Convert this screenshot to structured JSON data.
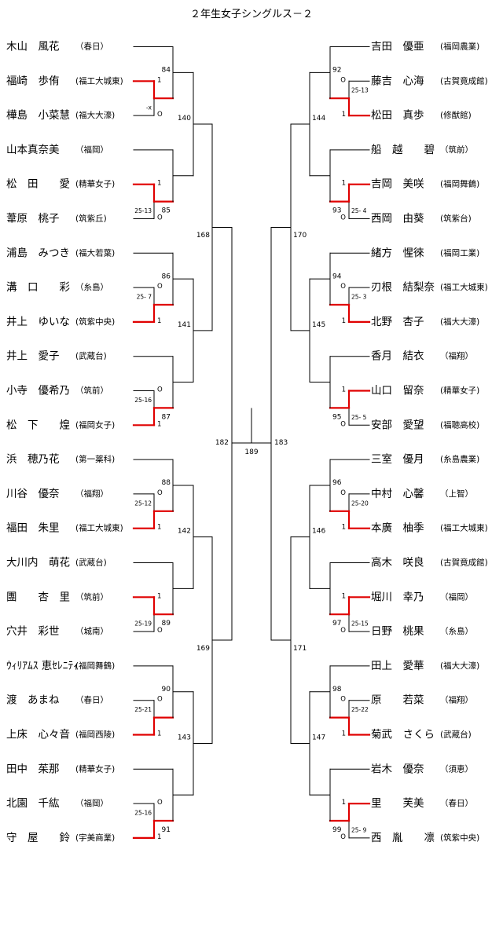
{
  "title": "２年生女子シングルス－２",
  "left_players": [
    {
      "name": "木山　風花",
      "team": "（春日）"
    },
    {
      "name": "福崎　歩侑",
      "team": "(福工大城東)"
    },
    {
      "name": "樺島　小菜慧",
      "team": "(福大大濠)"
    },
    {
      "name": "山本真奈美",
      "team": "（福岡）"
    },
    {
      "name": "松　田　　愛",
      "team": "(精華女子)"
    },
    {
      "name": "葦原　桃子",
      "team": "(筑紫丘)"
    },
    {
      "name": "浦島　みつき",
      "team": "(福大若葉)"
    },
    {
      "name": "溝　口　　彩",
      "team": "（糸島）"
    },
    {
      "name": "井上　ゆいな",
      "team": "(筑紫中央)"
    },
    {
      "name": "井上　愛子",
      "team": "(武蔵台)"
    },
    {
      "name": "小寺　優希乃",
      "team": "（筑前）"
    },
    {
      "name": "松　下　　煌",
      "team": "(福岡女子)"
    },
    {
      "name": "浜　穂乃花",
      "team": "(第一薬科)"
    },
    {
      "name": "川谷　優奈",
      "team": "（福翔）"
    },
    {
      "name": "福田　朱里",
      "team": "(福工大城東)"
    },
    {
      "name": "大川内　萌花",
      "team": "(武蔵台)"
    },
    {
      "name": "團　　杏　里",
      "team": "（筑前）"
    },
    {
      "name": "穴井　彩世",
      "team": "（城南）"
    },
    {
      "name": "ｳｨﾘｱﾑｽ 恵ｾﾚﾆﾃｨ",
      "team": "(福岡舞鶴)"
    },
    {
      "name": "渡　あまね",
      "team": "（春日）"
    },
    {
      "name": "上床　心々音",
      "team": "(福岡西陵)"
    },
    {
      "name": "田中　茱那",
      "team": "(精華女子)"
    },
    {
      "name": "北園　千紘",
      "team": "（福岡）"
    },
    {
      "name": "守　屋　　鈴",
      "team": "(宇美商業)"
    }
  ],
  "right_players": [
    {
      "name": "吉田　優亜",
      "team": "(福岡農業)"
    },
    {
      "name": "藤吉　心海",
      "team": "(古賀竟成館)"
    },
    {
      "name": "松田　真歩",
      "team": "(修猷館)"
    },
    {
      "name": "船　越　　碧",
      "team": "（筑前）"
    },
    {
      "name": "吉岡　美咲",
      "team": "(福岡舞鶴)"
    },
    {
      "name": "西岡　由葵",
      "team": "(筑紫台)"
    },
    {
      "name": "緒方　惺徠",
      "team": "(福岡工業)"
    },
    {
      "name": "刃根　結梨奈",
      "team": "(福工大城東)"
    },
    {
      "name": "北野　杏子",
      "team": "(福大大濠)"
    },
    {
      "name": "香月　結衣",
      "team": "（福翔）"
    },
    {
      "name": "山口　留奈",
      "team": "(精華女子)"
    },
    {
      "name": "安部　愛望",
      "team": "(福聴高校)"
    },
    {
      "name": "三室　優月",
      "team": "(糸島農業)"
    },
    {
      "name": "中村　心馨",
      "team": "（上智）"
    },
    {
      "name": "本廣　柚季",
      "team": "(福工大城東)"
    },
    {
      "name": "高木　咲良",
      "team": "(古賀竟成館)"
    },
    {
      "name": "堀川　幸乃",
      "team": "（福岡）"
    },
    {
      "name": "日野　桃果",
      "team": "（糸島）"
    },
    {
      "name": "田上　愛華",
      "team": "(福大大濠)"
    },
    {
      "name": "原　　若菜",
      "team": "（福翔）"
    },
    {
      "name": "菊武　さくら",
      "team": "(武蔵台)"
    },
    {
      "name": "岩木　優奈",
      "team": "（須恵）"
    },
    {
      "name": "里　　芙美",
      "team": "（春日）"
    },
    {
      "name": "西　胤　　凛",
      "team": "(筑紫中央)"
    }
  ],
  "left_groups": [
    {
      "first_match": "-x",
      "first_winner": 0,
      "first_top": "1",
      "first_bot": "O",
      "second_match": "84",
      "second_winner": 0
    },
    {
      "first_match": "25-13",
      "first_winner": 0,
      "first_top": "1",
      "first_bot": "O",
      "second_match": "85",
      "second_winner": 0
    },
    {
      "first_match": "25- 7",
      "first_winner": 1,
      "first_top": "O",
      "first_bot": "1",
      "second_match": "86",
      "second_winner": 0
    },
    {
      "first_match": "25-16",
      "first_winner": 1,
      "first_top": "O",
      "first_bot": "1",
      "second_match": "87",
      "second_winner": 0
    },
    {
      "first_match": "25-12",
      "first_winner": 1,
      "first_top": "O",
      "first_bot": "1",
      "second_match": "88",
      "second_winner": 0
    },
    {
      "first_match": "25-19",
      "first_winner": 0,
      "first_top": "1",
      "first_bot": "O",
      "second_match": "89",
      "second_winner": 0
    },
    {
      "first_match": "25-21",
      "first_winner": 1,
      "first_top": "O",
      "first_bot": "1",
      "second_match": "90",
      "second_winner": 0
    },
    {
      "first_match": "25-16",
      "first_winner": 1,
      "first_top": "O",
      "first_bot": "1",
      "second_match": "91",
      "second_winner": 0
    }
  ],
  "right_groups": [
    {
      "first_match": "25-13",
      "first_winner": 1,
      "first_top": "O",
      "first_bot": "1",
      "second_match": "92",
      "second_winner": 0
    },
    {
      "first_match": "25- 4",
      "first_winner": 0,
      "first_top": "1",
      "first_bot": "O",
      "second_match": "93",
      "second_winner": 0
    },
    {
      "first_match": "25- 3",
      "first_winner": 1,
      "first_top": "O",
      "first_bot": "1",
      "second_match": "94",
      "second_winner": 0
    },
    {
      "first_match": "25- 5",
      "first_winner": 0,
      "first_top": "1",
      "first_bot": "O",
      "second_match": "95",
      "second_winner": 0
    },
    {
      "first_match": "25-20",
      "first_winner": 1,
      "first_top": "O",
      "first_bot": "1",
      "second_match": "96",
      "second_winner": 0
    },
    {
      "first_match": "25-15",
      "first_winner": 0,
      "first_top": "1",
      "first_bot": "O",
      "second_match": "97",
      "second_winner": 0
    },
    {
      "first_match": "25-22",
      "first_winner": 1,
      "first_top": "O",
      "first_bot": "1",
      "second_match": "98",
      "second_winner": 0
    },
    {
      "first_match": "25- 9",
      "first_winner": 0,
      "first_top": "1",
      "first_bot": "O",
      "second_match": "99",
      "second_winner": 0
    }
  ],
  "left_round3": [
    "140",
    "141",
    "142",
    "143"
  ],
  "right_round3": [
    "144",
    "145",
    "146",
    "147"
  ],
  "left_round4": [
    "168",
    "169"
  ],
  "right_round4": [
    "170",
    "171"
  ],
  "left_semi": "182",
  "right_semi": "183",
  "final": "189",
  "colors": {
    "line": "#000000",
    "winner_line": "#e00000"
  }
}
